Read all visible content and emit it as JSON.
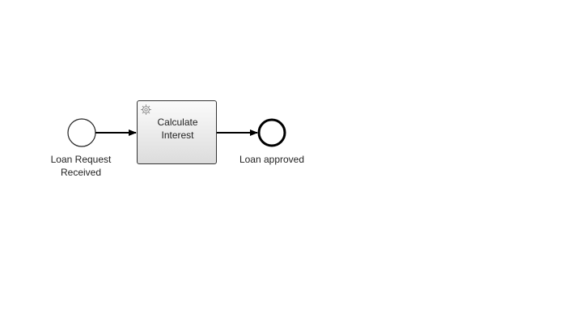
{
  "diagram": {
    "start_event": {
      "label_line1": "Loan Request",
      "label_line2": "Received"
    },
    "task": {
      "type_icon": "gear-icon",
      "label_line1": "Calculate",
      "label_line2": "Interest"
    },
    "end_event": {
      "label": "Loan approved"
    }
  },
  "colors": {
    "stroke": "#000000",
    "task_border": "#333333",
    "task_fill_top": "#fafafa",
    "task_fill_bottom": "#dcdcdc",
    "icon": "#8a8a8a"
  }
}
